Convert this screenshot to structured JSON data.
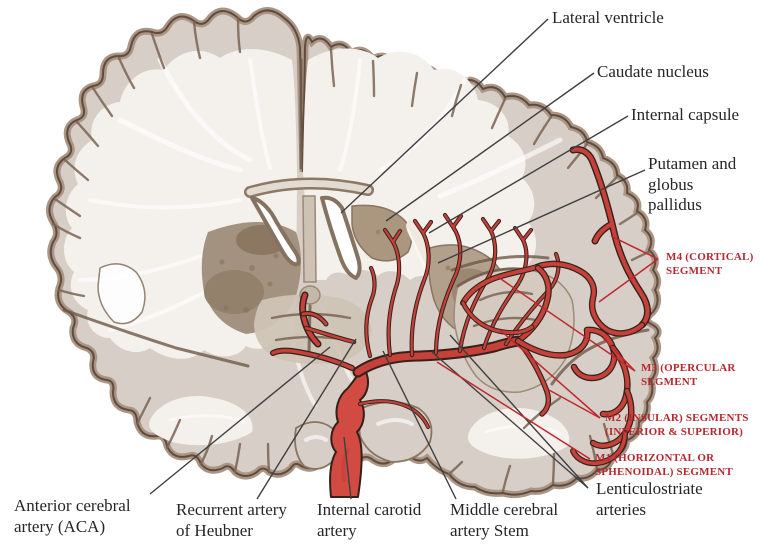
{
  "colors": {
    "black_label_text": "#262626",
    "red_label_text": "#b5292e",
    "artery_red": "#c5413a",
    "artery_outline": "#38211a",
    "leader_black": "#3f3f3f",
    "leader_red": "#c0272d",
    "cortex": "#d7cfc7",
    "white_matter": "#f4f1ec"
  },
  "figure_labels": {
    "lateral_ventricle": {
      "lines": [
        "Lateral ventricle"
      ]
    },
    "caudate_nucleus": {
      "lines": [
        "Caudate nucleus"
      ]
    },
    "internal_capsule": {
      "lines": [
        "Internal capsule"
      ]
    },
    "putamen_globus_pallidus": {
      "lines": [
        "Putamen and",
        "globus",
        "pallidus"
      ]
    },
    "m4_segment": {
      "lines": [
        "M4 (CORTICAL)",
        "SEGMENT"
      ]
    },
    "m3_segment": {
      "lines": [
        "M3 (OPERCULAR",
        "SEGMENT"
      ]
    },
    "m2_segment": {
      "lines": [
        "M2 (INSULAR) SEGMENTS",
        "(INFERIOR & SUPERIOR)"
      ]
    },
    "m1_segment": {
      "lines": [
        "M1 (HORIZONTAL OR",
        "SPHENOIDAL) SEGMENT"
      ]
    },
    "lenticulostriate_arteries": {
      "lines": [
        "Lenticulostriate",
        "arteries"
      ]
    },
    "anterior_cerebral_artery": {
      "lines": [
        "Anterior cerebral",
        "artery (ACA)"
      ]
    },
    "recurrent_artery_of_heubner": {
      "lines": [
        "Recurrent artery",
        "of Heubner"
      ]
    },
    "internal_carotid_artery": {
      "lines": [
        "Internal carotid",
        "artery"
      ]
    },
    "middle_cerebral_artery_stem": {
      "lines": [
        "Middle cerebral",
        "artery Stem"
      ]
    }
  }
}
